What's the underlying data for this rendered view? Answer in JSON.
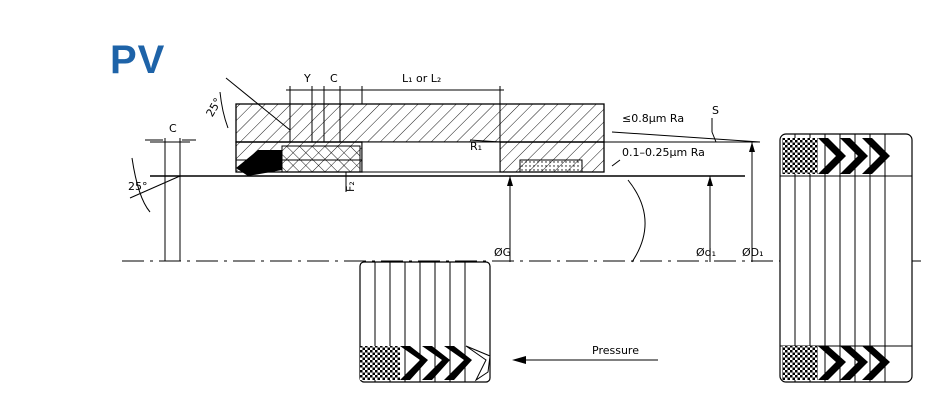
{
  "title": "PV",
  "labels": {
    "angle_top": "25°",
    "angle_left": "25°",
    "y": "Y",
    "c_top": "C",
    "c_left": "C",
    "length": "L₁ or L₂",
    "r1": "R₁",
    "f2": "F₂",
    "finish_1": "≤0.8μm Ra",
    "finish_2": "0.1–0.25μm Ra",
    "s": "S",
    "g": "ØG",
    "d1": "Ød₁",
    "D1": "ØD₁",
    "pressure": "Pressure"
  },
  "colors": {
    "title": "#1e63a8",
    "line": "#000000"
  }
}
